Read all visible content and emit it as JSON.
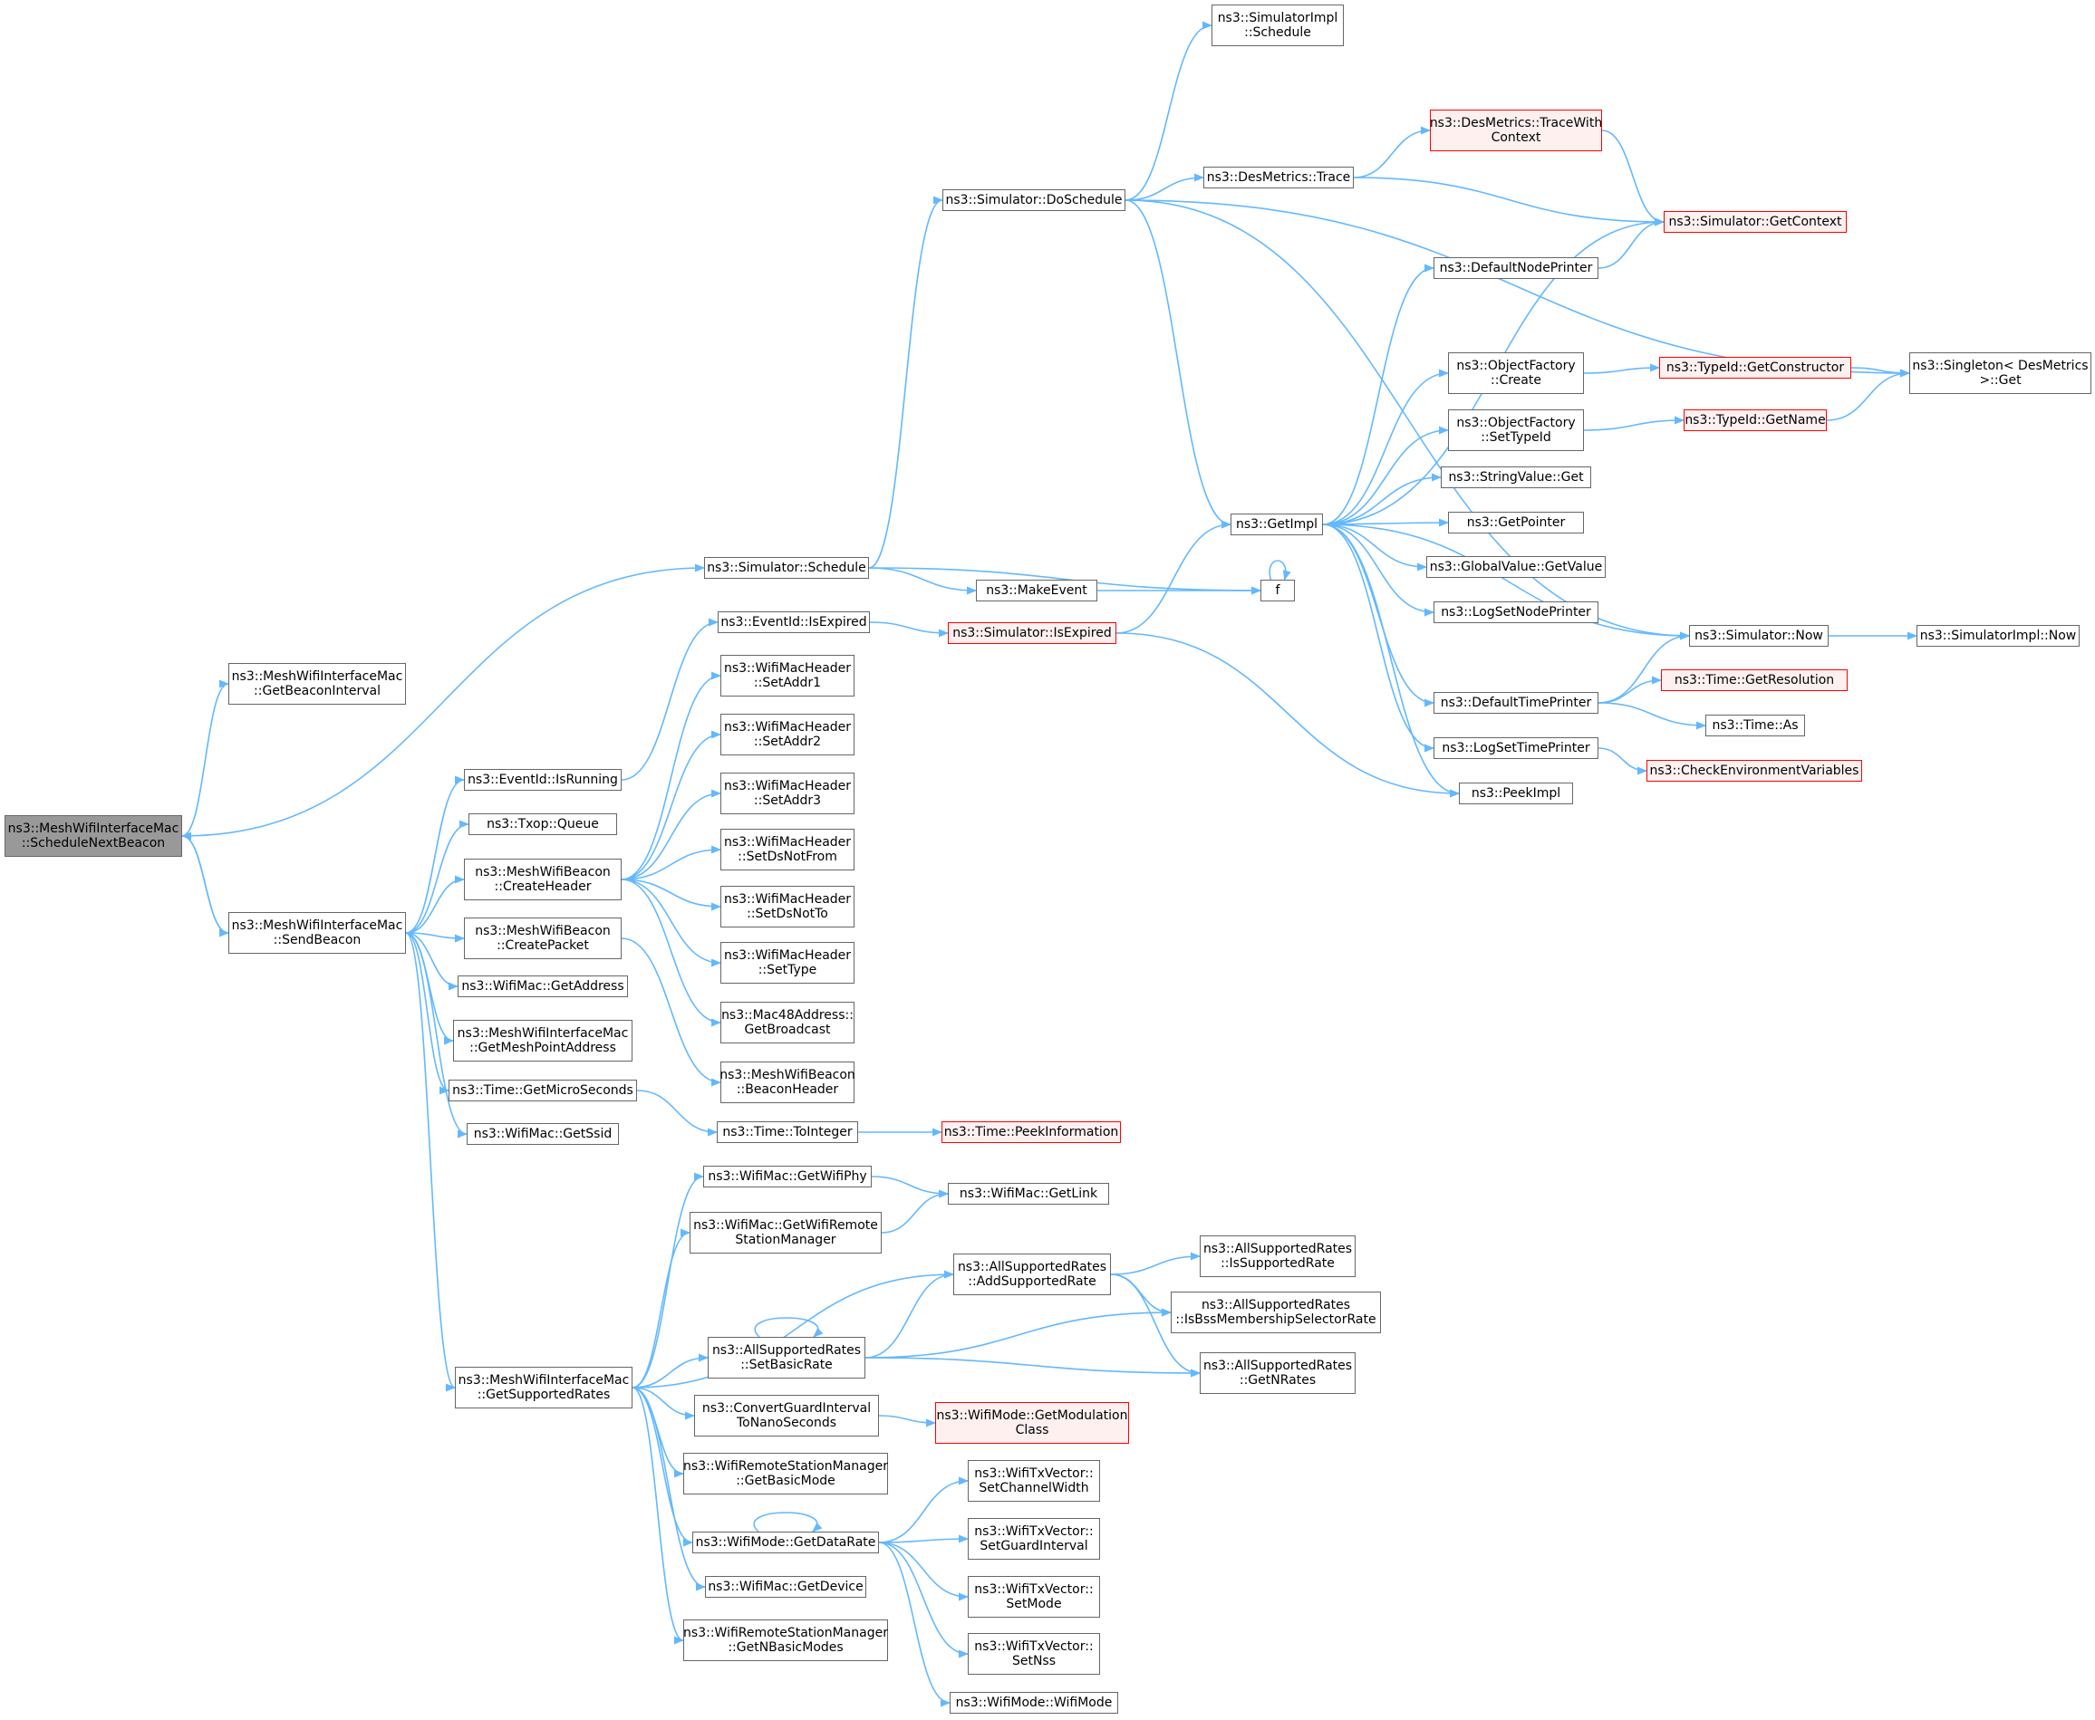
{
  "colors": {
    "edge": "#63B8FF",
    "node_border": "#666666",
    "root_fill": "#999999",
    "truncated_border": "#FF0000",
    "truncated_fill": "#FFF0F0"
  },
  "nodes": [
    {
      "id": "root",
      "lines": [
        "ns3::MeshWifiInterfaceMac",
        "::ScheduleNextBeacon"
      ],
      "style": "root"
    },
    {
      "id": "getBeaconInterval",
      "lines": [
        "ns3::MeshWifiInterfaceMac",
        "::GetBeaconInterval"
      ]
    },
    {
      "id": "sendBeacon",
      "lines": [
        "ns3::MeshWifiInterfaceMac",
        "::SendBeacon"
      ]
    },
    {
      "id": "simSchedule",
      "lines": [
        "ns3::Simulator::Schedule"
      ]
    },
    {
      "id": "doSchedule",
      "lines": [
        "ns3::Simulator::DoSchedule"
      ]
    },
    {
      "id": "implSchedule",
      "lines": [
        "ns3::SimulatorImpl",
        "::Schedule"
      ]
    },
    {
      "id": "traceWithContext",
      "lines": [
        "ns3::DesMetrics::TraceWith",
        "Context"
      ],
      "style": "trunc"
    },
    {
      "id": "desTrace",
      "lines": [
        "ns3::DesMetrics::Trace"
      ]
    },
    {
      "id": "getContext",
      "lines": [
        "ns3::Simulator::GetContext"
      ],
      "style": "trunc"
    },
    {
      "id": "defaultNodePrinter",
      "lines": [
        "ns3::DefaultNodePrinter"
      ]
    },
    {
      "id": "ofCreate",
      "lines": [
        "ns3::ObjectFactory",
        "::Create"
      ]
    },
    {
      "id": "getConstructor",
      "lines": [
        "ns3::TypeId::GetConstructor"
      ],
      "style": "trunc"
    },
    {
      "id": "singletonGet",
      "lines": [
        "ns3::Singleton< DesMetrics",
        ">::Get"
      ]
    },
    {
      "id": "ofSetTypeId",
      "lines": [
        "ns3::ObjectFactory",
        "::SetTypeId"
      ]
    },
    {
      "id": "typeIdGetName",
      "lines": [
        "ns3::TypeId::GetName"
      ],
      "style": "trunc"
    },
    {
      "id": "stringValueGet",
      "lines": [
        "ns3::StringValue::Get"
      ]
    },
    {
      "id": "getImpl",
      "lines": [
        "ns3::GetImpl"
      ]
    },
    {
      "id": "getPointer",
      "lines": [
        "ns3::GetPointer"
      ]
    },
    {
      "id": "globalValueGetValue",
      "lines": [
        "ns3::GlobalValue::GetValue"
      ]
    },
    {
      "id": "f",
      "lines": [
        "f"
      ]
    },
    {
      "id": "makeEvent",
      "lines": [
        "ns3::MakeEvent"
      ]
    },
    {
      "id": "logSetNodePrinter",
      "lines": [
        "ns3::LogSetNodePrinter"
      ]
    },
    {
      "id": "simNow",
      "lines": [
        "ns3::Simulator::Now"
      ]
    },
    {
      "id": "implNow",
      "lines": [
        "ns3::SimulatorImpl::Now"
      ]
    },
    {
      "id": "eventIsExpired",
      "lines": [
        "ns3::EventId::IsExpired"
      ]
    },
    {
      "id": "simIsExpired",
      "lines": [
        "ns3::Simulator::IsExpired"
      ],
      "style": "trunc"
    },
    {
      "id": "defaultTimePrinter",
      "lines": [
        "ns3::DefaultTimePrinter"
      ]
    },
    {
      "id": "getResolution",
      "lines": [
        "ns3::Time::GetResolution"
      ],
      "style": "trunc"
    },
    {
      "id": "timeAs",
      "lines": [
        "ns3::Time::As"
      ]
    },
    {
      "id": "logSetTimePrinter",
      "lines": [
        "ns3::LogSetTimePrinter"
      ]
    },
    {
      "id": "checkEnv",
      "lines": [
        "ns3::CheckEnvironmentVariables"
      ],
      "style": "trunc"
    },
    {
      "id": "peekImpl",
      "lines": [
        "ns3::PeekImpl"
      ]
    },
    {
      "id": "setAddr1",
      "lines": [
        "ns3::WifiMacHeader",
        "::SetAddr1"
      ]
    },
    {
      "id": "setAddr2",
      "lines": [
        "ns3::WifiMacHeader",
        "::SetAddr2"
      ]
    },
    {
      "id": "setAddr3",
      "lines": [
        "ns3::WifiMacHeader",
        "::SetAddr3"
      ]
    },
    {
      "id": "setDsNotFrom",
      "lines": [
        "ns3::WifiMacHeader",
        "::SetDsNotFrom"
      ]
    },
    {
      "id": "setDsNotTo",
      "lines": [
        "ns3::WifiMacHeader",
        "::SetDsNotTo"
      ]
    },
    {
      "id": "setType",
      "lines": [
        "ns3::WifiMacHeader",
        "::SetType"
      ]
    },
    {
      "id": "getBroadcast",
      "lines": [
        "ns3::Mac48Address::",
        "GetBroadcast"
      ]
    },
    {
      "id": "beaconHeader",
      "lines": [
        "ns3::MeshWifiBeacon",
        "::BeaconHeader"
      ]
    },
    {
      "id": "isRunning",
      "lines": [
        "ns3::EventId::IsRunning"
      ]
    },
    {
      "id": "txopQueue",
      "lines": [
        "ns3::Txop::Queue"
      ]
    },
    {
      "id": "createHeader",
      "lines": [
        "ns3::MeshWifiBeacon",
        "::CreateHeader"
      ]
    },
    {
      "id": "createPacket",
      "lines": [
        "ns3::MeshWifiBeacon",
        "::CreatePacket"
      ]
    },
    {
      "id": "wifiMacGetAddress",
      "lines": [
        "ns3::WifiMac::GetAddress"
      ]
    },
    {
      "id": "getMeshPointAddress",
      "lines": [
        "ns3::MeshWifiInterfaceMac",
        "::GetMeshPointAddress"
      ]
    },
    {
      "id": "getMicroSeconds",
      "lines": [
        "ns3::Time::GetMicroSeconds"
      ]
    },
    {
      "id": "getSsid",
      "lines": [
        "ns3::WifiMac::GetSsid"
      ]
    },
    {
      "id": "toInteger",
      "lines": [
        "ns3::Time::ToInteger"
      ]
    },
    {
      "id": "peekInformation",
      "lines": [
        "ns3::Time::PeekInformation"
      ],
      "style": "trunc"
    },
    {
      "id": "getWifiPhy",
      "lines": [
        "ns3::WifiMac::GetWifiPhy"
      ]
    },
    {
      "id": "getLink",
      "lines": [
        "ns3::WifiMac::GetLink"
      ]
    },
    {
      "id": "getWifiRemoteStationManager",
      "lines": [
        "ns3::WifiMac::GetWifiRemote",
        "StationManager"
      ]
    },
    {
      "id": "addSupportedRate",
      "lines": [
        "ns3::AllSupportedRates",
        "::AddSupportedRate"
      ]
    },
    {
      "id": "isSupportedRate",
      "lines": [
        "ns3::AllSupportedRates",
        "::IsSupportedRate"
      ]
    },
    {
      "id": "isBssMembership",
      "lines": [
        "ns3::AllSupportedRates",
        "::IsBssMembershipSelectorRate"
      ]
    },
    {
      "id": "setBasicRate",
      "lines": [
        "ns3::AllSupportedRates",
        "::SetBasicRate"
      ]
    },
    {
      "id": "getNRates",
      "lines": [
        "ns3::AllSupportedRates",
        "::GetNRates"
      ]
    },
    {
      "id": "getSupportedRates",
      "lines": [
        "ns3::MeshWifiInterfaceMac",
        "::GetSupportedRates"
      ]
    },
    {
      "id": "convertGuardInterval",
      "lines": [
        "ns3::ConvertGuardInterval",
        "ToNanoSeconds"
      ]
    },
    {
      "id": "getModulationClass",
      "lines": [
        "ns3::WifiMode::GetModulation",
        "Class"
      ],
      "style": "trunc"
    },
    {
      "id": "getBasicMode",
      "lines": [
        "ns3::WifiRemoteStationManager",
        "::GetBasicMode"
      ]
    },
    {
      "id": "setChannelWidth",
      "lines": [
        "ns3::WifiTxVector::",
        "SetChannelWidth"
      ]
    },
    {
      "id": "getDataRate",
      "lines": [
        "ns3::WifiMode::GetDataRate"
      ]
    },
    {
      "id": "setGuardInterval",
      "lines": [
        "ns3::WifiTxVector::",
        "SetGuardInterval"
      ]
    },
    {
      "id": "getDevice",
      "lines": [
        "ns3::WifiMac::GetDevice"
      ]
    },
    {
      "id": "setMode",
      "lines": [
        "ns3::WifiTxVector::",
        "SetMode"
      ]
    },
    {
      "id": "getNBasicModes",
      "lines": [
        "ns3::WifiRemoteStationManager",
        "::GetNBasicModes"
      ]
    },
    {
      "id": "setNss",
      "lines": [
        "ns3::WifiTxVector::",
        "SetNss"
      ]
    },
    {
      "id": "wifiModeCtor",
      "lines": [
        "ns3::WifiMode::WifiMode"
      ]
    }
  ],
  "edges": [
    [
      "root",
      "getBeaconInterval"
    ],
    [
      "root",
      "simSchedule"
    ],
    [
      "root",
      "sendBeacon"
    ],
    [
      "sendBeacon",
      "root"
    ],
    [
      "simSchedule",
      "doSchedule"
    ],
    [
      "simSchedule",
      "f"
    ],
    [
      "simSchedule",
      "makeEvent"
    ],
    [
      "makeEvent",
      "f"
    ],
    [
      "f",
      "f"
    ],
    [
      "doSchedule",
      "implSchedule"
    ],
    [
      "doSchedule",
      "singletonGet"
    ],
    [
      "doSchedule",
      "desTrace"
    ],
    [
      "doSchedule",
      "getImpl"
    ],
    [
      "doSchedule",
      "simNow"
    ],
    [
      "desTrace",
      "traceWithContext"
    ],
    [
      "desTrace",
      "getContext"
    ],
    [
      "traceWithContext",
      "getContext"
    ],
    [
      "getImpl",
      "defaultNodePrinter"
    ],
    [
      "getImpl",
      "getContext"
    ],
    [
      "getImpl",
      "ofCreate"
    ],
    [
      "getImpl",
      "ofSetTypeId"
    ],
    [
      "getImpl",
      "stringValueGet"
    ],
    [
      "getImpl",
      "getPointer"
    ],
    [
      "getImpl",
      "globalValueGetValue"
    ],
    [
      "getImpl",
      "logSetNodePrinter"
    ],
    [
      "getImpl",
      "simNow"
    ],
    [
      "getImpl",
      "defaultTimePrinter"
    ],
    [
      "getImpl",
      "logSetTimePrinter"
    ],
    [
      "getImpl",
      "peekImpl"
    ],
    [
      "defaultNodePrinter",
      "getContext"
    ],
    [
      "ofCreate",
      "getConstructor"
    ],
    [
      "getConstructor",
      "singletonGet"
    ],
    [
      "ofSetTypeId",
      "typeIdGetName"
    ],
    [
      "typeIdGetName",
      "singletonGet"
    ],
    [
      "simNow",
      "implNow"
    ],
    [
      "defaultTimePrinter",
      "simNow"
    ],
    [
      "defaultTimePrinter",
      "getResolution"
    ],
    [
      "defaultTimePrinter",
      "timeAs"
    ],
    [
      "logSetTimePrinter",
      "checkEnv"
    ],
    [
      "eventIsExpired",
      "simIsExpired"
    ],
    [
      "simIsExpired",
      "getImpl"
    ],
    [
      "simIsExpired",
      "peekImpl"
    ],
    [
      "sendBeacon",
      "isRunning"
    ],
    [
      "sendBeacon",
      "txopQueue"
    ],
    [
      "sendBeacon",
      "createHeader"
    ],
    [
      "sendBeacon",
      "createPacket"
    ],
    [
      "sendBeacon",
      "wifiMacGetAddress"
    ],
    [
      "sendBeacon",
      "getMeshPointAddress"
    ],
    [
      "sendBeacon",
      "getMicroSeconds"
    ],
    [
      "sendBeacon",
      "getSsid"
    ],
    [
      "sendBeacon",
      "getSupportedRates"
    ],
    [
      "isRunning",
      "eventIsExpired"
    ],
    [
      "createHeader",
      "setAddr1"
    ],
    [
      "createHeader",
      "setAddr2"
    ],
    [
      "createHeader",
      "setAddr3"
    ],
    [
      "createHeader",
      "setDsNotFrom"
    ],
    [
      "createHeader",
      "setDsNotTo"
    ],
    [
      "createHeader",
      "setType"
    ],
    [
      "createHeader",
      "getBroadcast"
    ],
    [
      "createPacket",
      "beaconHeader"
    ],
    [
      "getMicroSeconds",
      "toInteger"
    ],
    [
      "toInteger",
      "peekInformation"
    ],
    [
      "getSupportedRates",
      "getWifiPhy"
    ],
    [
      "getSupportedRates",
      "getWifiRemoteStationManager"
    ],
    [
      "getSupportedRates",
      "addSupportedRate"
    ],
    [
      "getSupportedRates",
      "setBasicRate"
    ],
    [
      "getSupportedRates",
      "convertGuardInterval"
    ],
    [
      "getSupportedRates",
      "getBasicMode"
    ],
    [
      "getSupportedRates",
      "getDataRate"
    ],
    [
      "getSupportedRates",
      "getDevice"
    ],
    [
      "getSupportedRates",
      "getNBasicModes"
    ],
    [
      "getWifiPhy",
      "getLink"
    ],
    [
      "getWifiRemoteStationManager",
      "getLink"
    ],
    [
      "addSupportedRate",
      "isSupportedRate"
    ],
    [
      "addSupportedRate",
      "isBssMembership"
    ],
    [
      "addSupportedRate",
      "getNRates"
    ],
    [
      "setBasicRate",
      "addSupportedRate"
    ],
    [
      "setBasicRate",
      "setBasicRate"
    ],
    [
      "setBasicRate",
      "isBssMembership"
    ],
    [
      "setBasicRate",
      "getNRates"
    ],
    [
      "convertGuardInterval",
      "getModulationClass"
    ],
    [
      "getDataRate",
      "getDataRate"
    ],
    [
      "getDataRate",
      "setChannelWidth"
    ],
    [
      "getDataRate",
      "setGuardInterval"
    ],
    [
      "getDataRate",
      "setMode"
    ],
    [
      "getDataRate",
      "setNss"
    ],
    [
      "getDataRate",
      "wifiModeCtor"
    ]
  ]
}
